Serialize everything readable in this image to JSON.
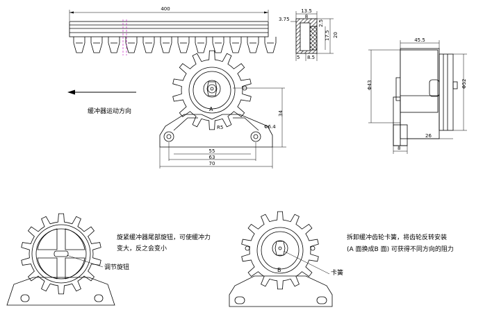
{
  "dimensions": {
    "rack_length": "400",
    "rack_side_375": "3.75",
    "rack_side_135": "13.5",
    "rack_side_8": "8",
    "rack_side_25": "2.5",
    "rack_side_17": "17.5",
    "rack_side_20": "20",
    "rack_side_5": "5",
    "rack_side_85": "8.5",
    "front_34": "34",
    "front_55": "55",
    "front_63": "63",
    "front_70": "70",
    "front_r": "R5",
    "front_phi": "Φ6.4",
    "side_455": "45.5",
    "side_phi43": "Φ43",
    "side_phi52": "Φ52",
    "side_26": "26",
    "side_8": "8"
  },
  "labels": {
    "face_a": "A",
    "face_b": "B"
  },
  "notes": {
    "direction": "缓冲器运动方向",
    "knob_line1": "旋紧缓冲器尾部旋钮，可使缓冲力",
    "knob_line2": "变大，反之会变小",
    "knob_callout": "调节旋钮",
    "reverse_line1": "拆卸缓冲齿轮卡簧，将齿轮反转安装",
    "reverse_line2": "(A 面换成B 面) 可获得不同方向的阻力",
    "clip_callout": "卡簧"
  }
}
